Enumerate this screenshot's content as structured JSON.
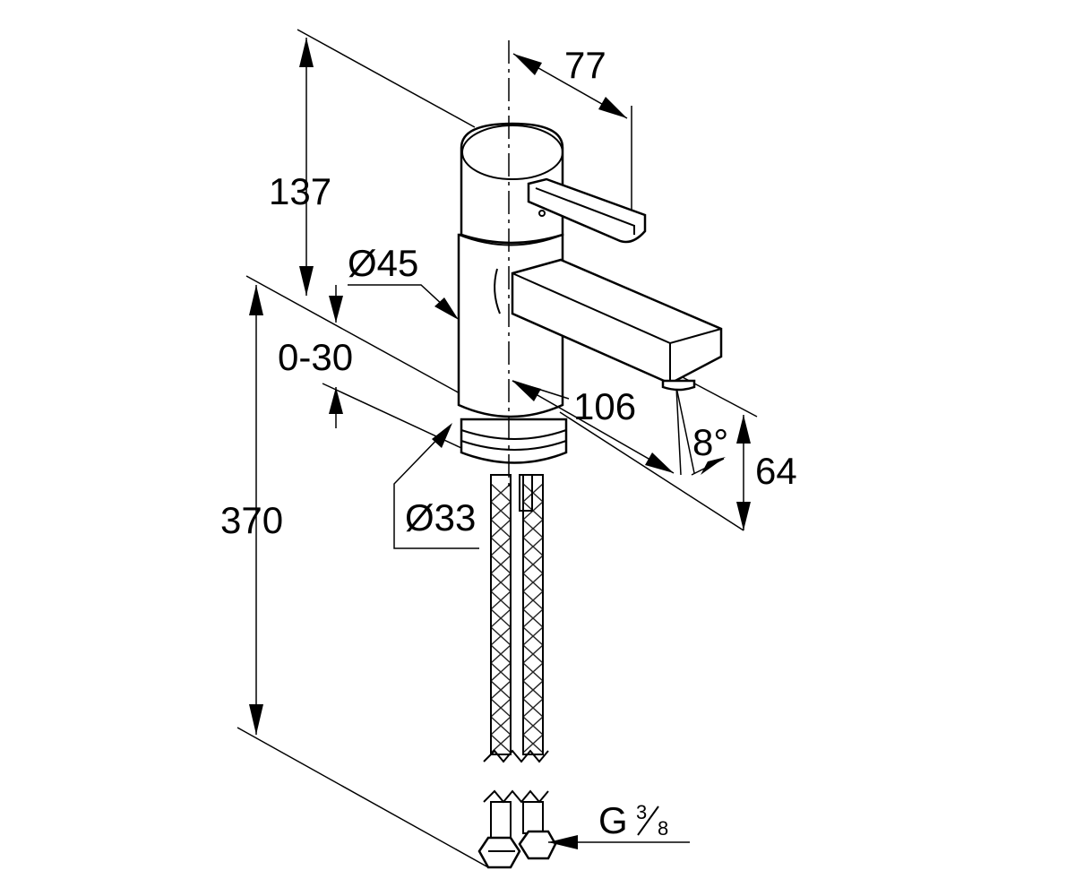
{
  "dimensions": {
    "handle_reach": "77",
    "upper_height": "137",
    "body_diameter": "Ø45",
    "deck_thickness": "0-30",
    "spout_reach": "106",
    "spout_angle": "8°",
    "spout_height": "64",
    "shank_diameter": "Ø33",
    "total_height": "370",
    "thread_prefix": "G",
    "thread_num": "3",
    "thread_den": "8"
  },
  "colors": {
    "line": "#000000",
    "background": "#ffffff"
  }
}
